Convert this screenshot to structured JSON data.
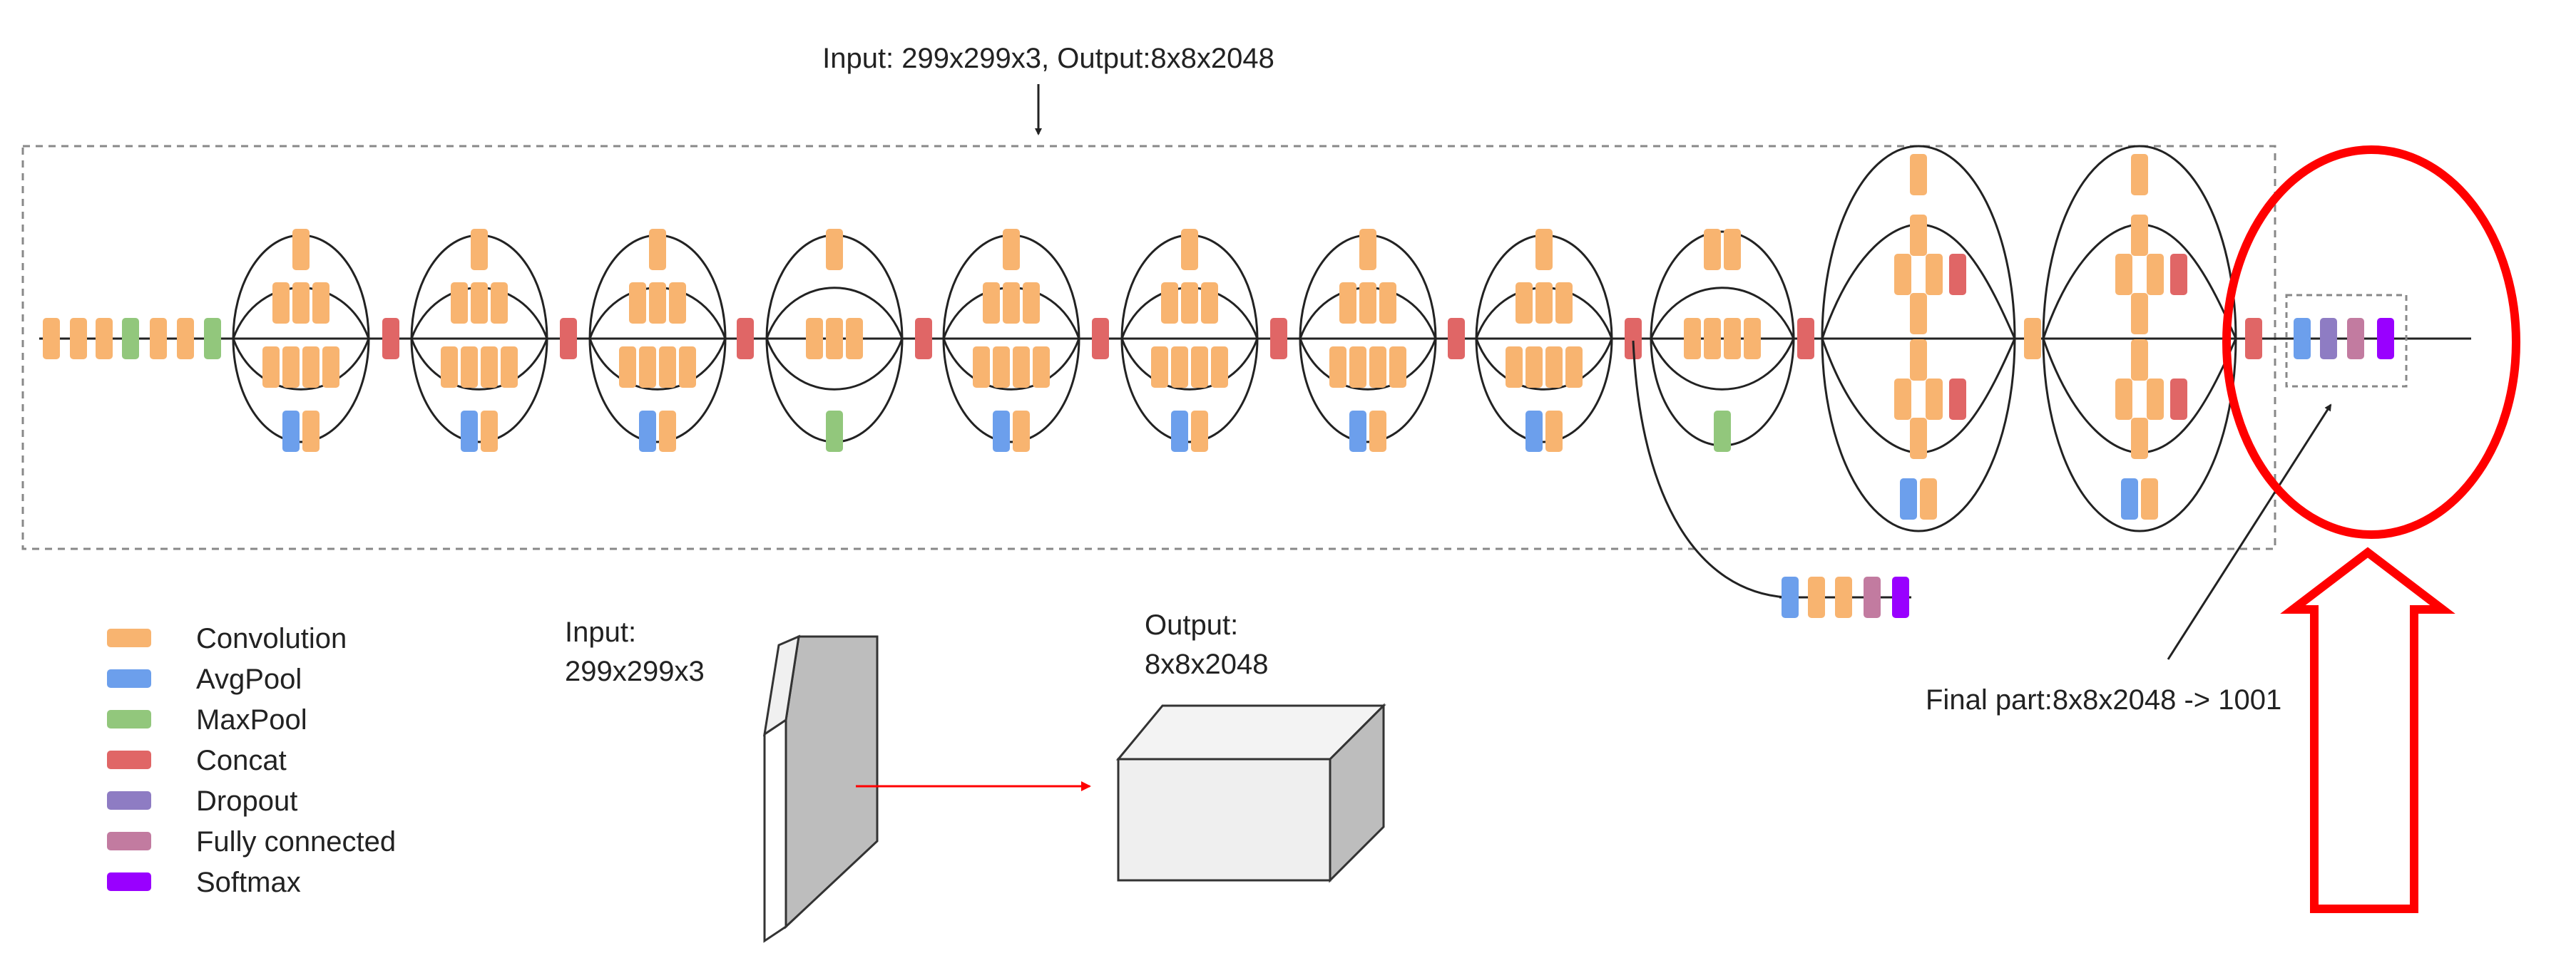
{
  "header_label": "Input: 299x299x3, Output:8x8x2048",
  "final_part_label": "Final part:8x8x2048 -> 1001",
  "input": {
    "label_line1": "Input:",
    "label_line2": "299x299x3"
  },
  "output": {
    "label_line1": "Output:",
    "label_line2": "8x8x2048"
  },
  "layer_types": {
    "conv": {
      "name": "Convolution",
      "color": "#f8b470"
    },
    "avgpool": {
      "name": "AvgPool",
      "color": "#6c9fec"
    },
    "maxpool": {
      "name": "MaxPool",
      "color": "#92c77c"
    },
    "concat": {
      "name": "Concat",
      "color": "#e06666"
    },
    "dropout": {
      "name": "Dropout",
      "color": "#8e7cc3"
    },
    "fc": {
      "name": "Fully connected",
      "color": "#c27ba0"
    },
    "softmax": {
      "name": "Softmax",
      "color": "#9900ff"
    }
  },
  "legend_order": [
    "conv",
    "avgpool",
    "maxpool",
    "concat",
    "dropout",
    "fc",
    "softmax"
  ],
  "stem_sequence": [
    "conv",
    "conv",
    "conv",
    "maxpool",
    "conv",
    "conv",
    "maxpool"
  ],
  "module_types": [
    "A",
    "A",
    "A",
    "reduction_a",
    "B",
    "B",
    "B",
    "B",
    "reduction_b",
    "C",
    "C"
  ],
  "final_sequence": [
    "avgpool",
    "dropout",
    "fc",
    "softmax"
  ],
  "aux_sequence": [
    "avgpool",
    "conv",
    "conv",
    "fc",
    "softmax"
  ],
  "highlight_color": "#ff0000"
}
